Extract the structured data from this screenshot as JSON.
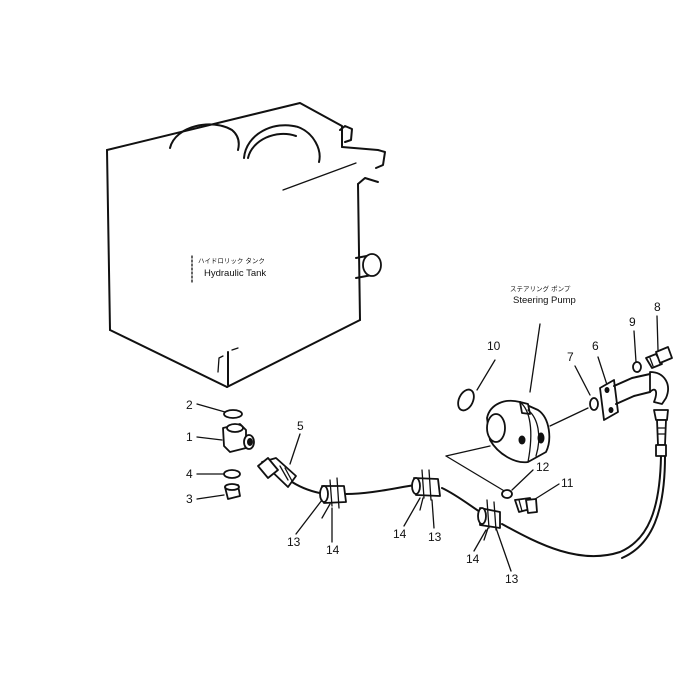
{
  "tank_label": {
    "jp": "ハイドロリック タンク",
    "en": "Hydraulic Tank"
  },
  "pump_label": {
    "jp": "ステアリング ポンプ",
    "en": "Steering Pump"
  },
  "callouts": {
    "c1": "1",
    "c2": "2",
    "c3": "3",
    "c4": "4",
    "c5": "5",
    "c6": "6",
    "c7": "7",
    "c8": "8",
    "c9": "9",
    "c10": "10",
    "c11": "11",
    "c12": "12",
    "c13a": "13",
    "c13b": "13",
    "c13c": "13",
    "c14a": "14",
    "c14b": "14",
    "c14c": "14"
  }
}
